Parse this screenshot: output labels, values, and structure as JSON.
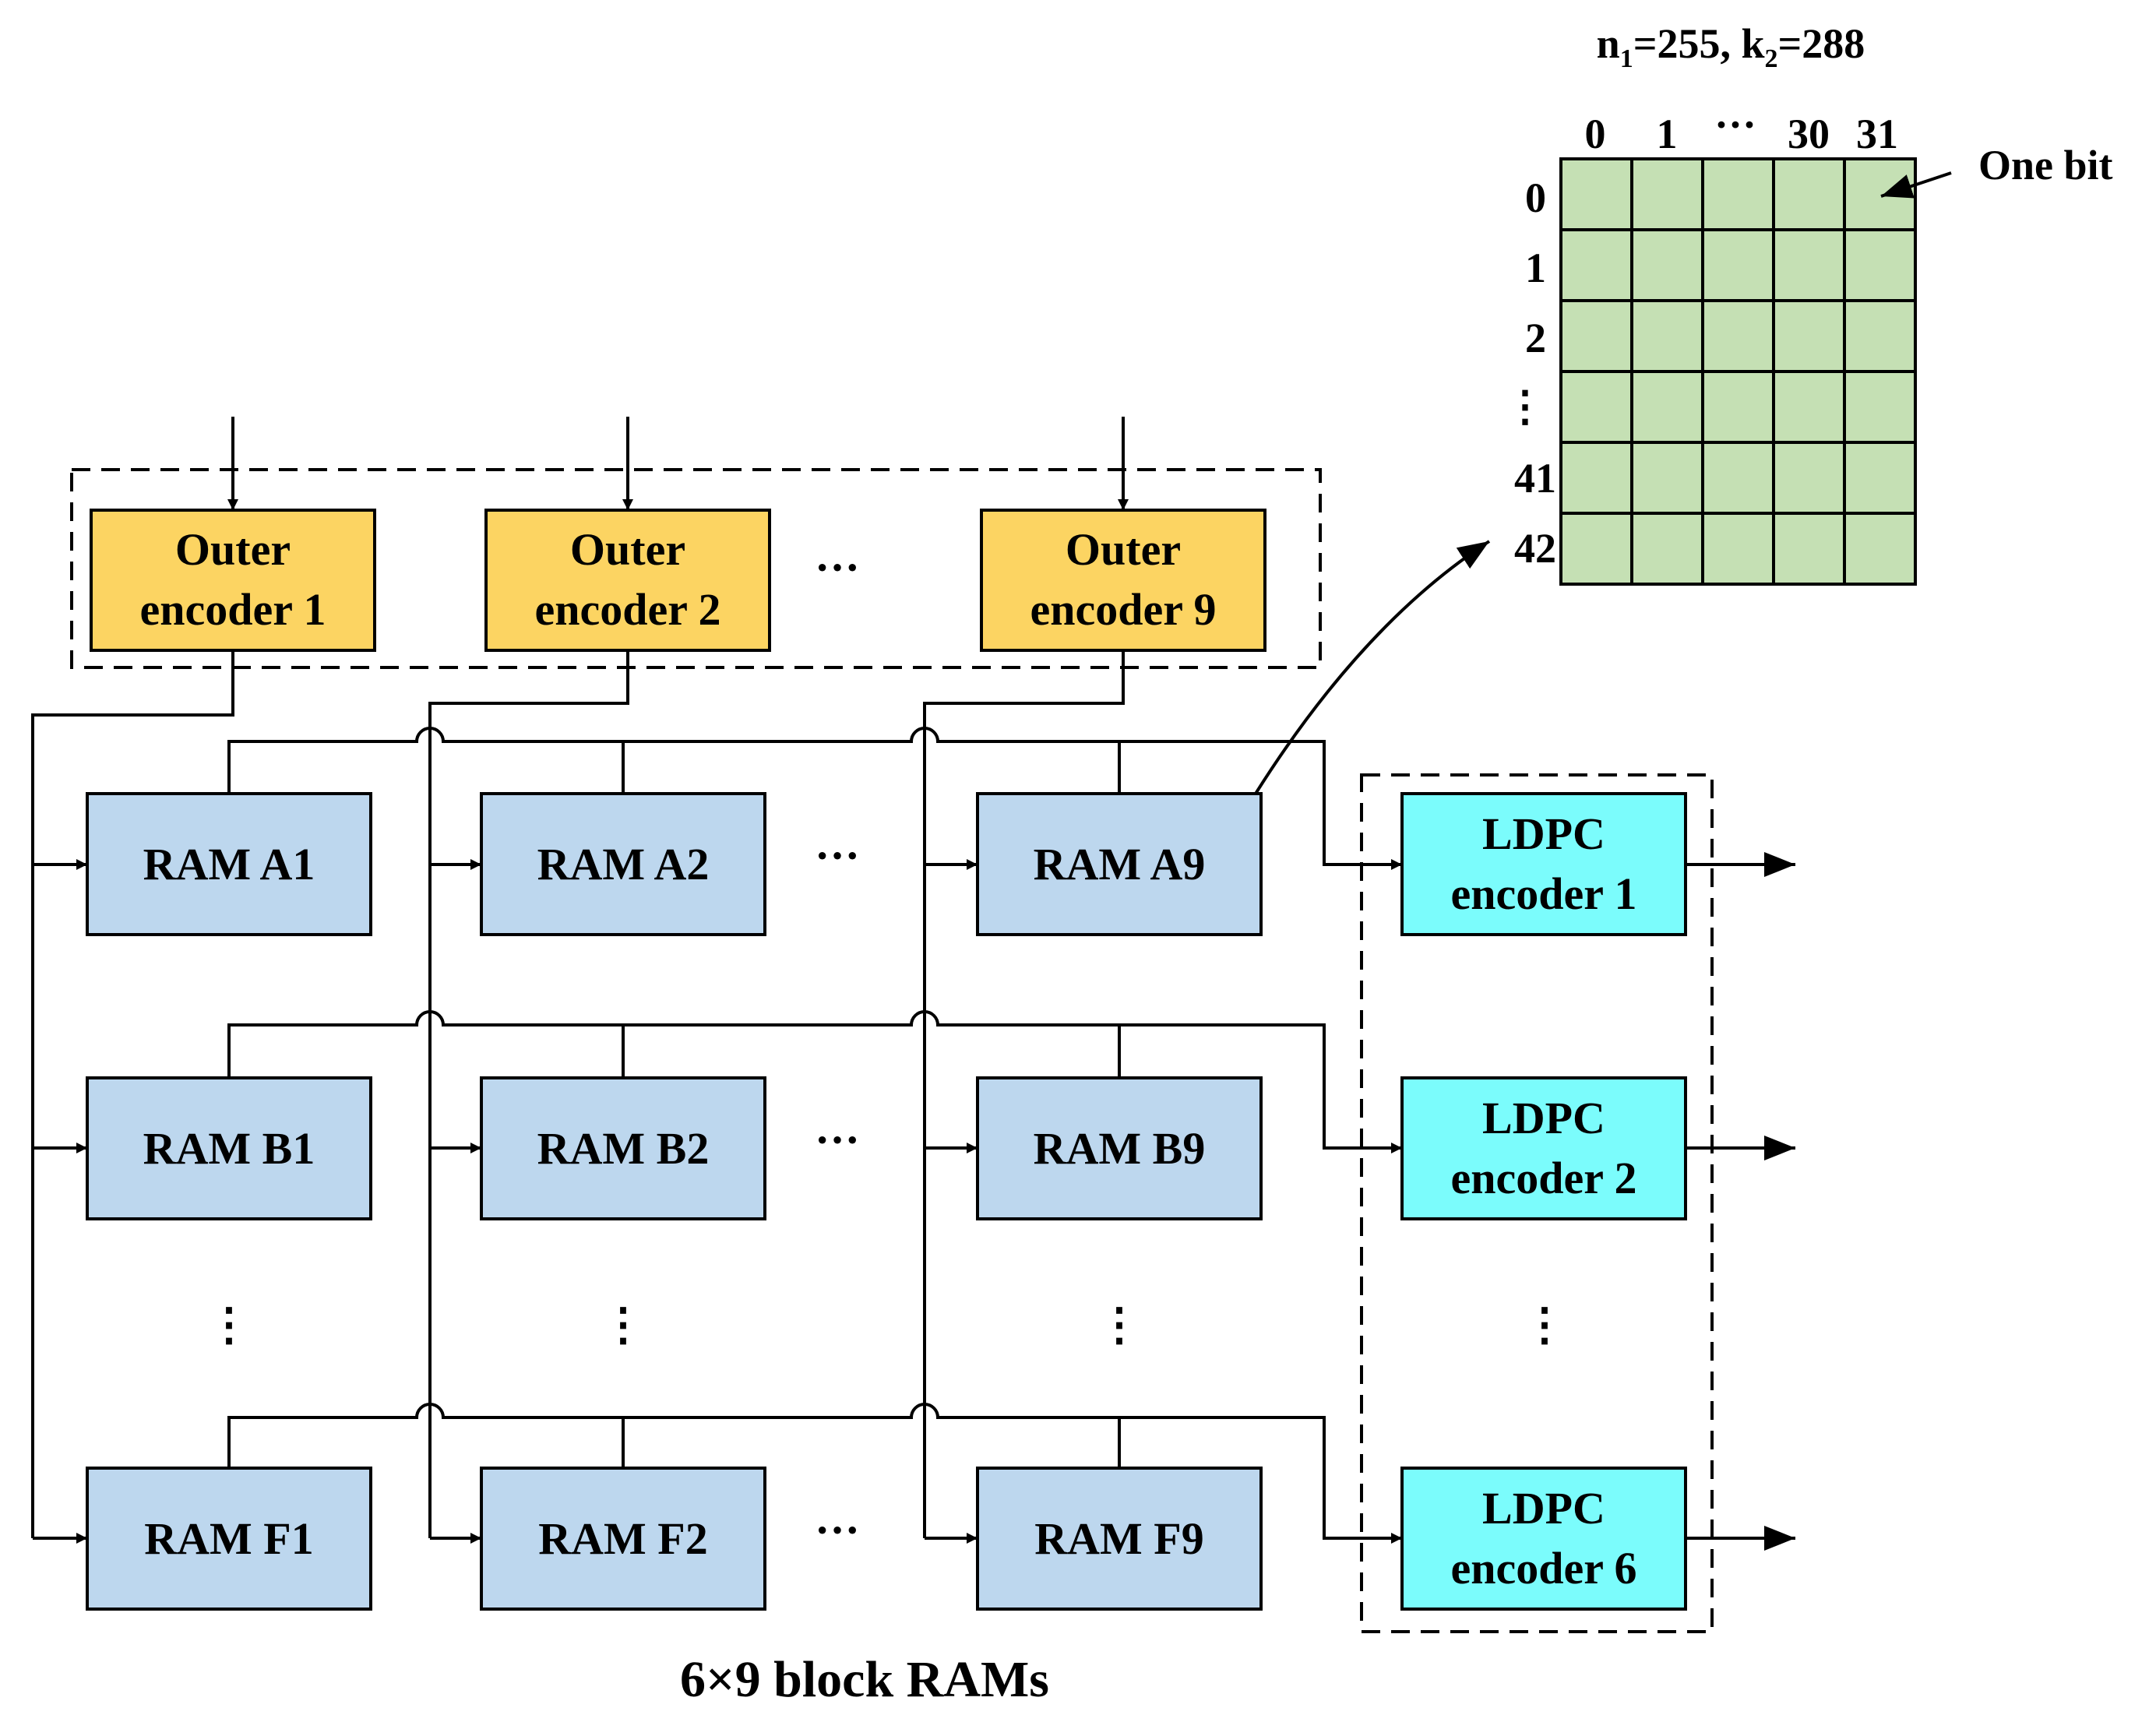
{
  "outer_encoders": [
    {
      "line1": "Outer",
      "line2": "encoder 1"
    },
    {
      "line1": "Outer",
      "line2": "encoder 2"
    },
    {
      "line1": "Outer",
      "line2": "encoder 9"
    }
  ],
  "rams": [
    [
      "RAM A1",
      "RAM A2",
      "RAM A9"
    ],
    [
      "RAM B1",
      "RAM B2",
      "RAM B9"
    ],
    [
      "RAM F1",
      "RAM F2",
      "RAM F9"
    ]
  ],
  "ldpc_encoders": [
    {
      "line1": "LDPC",
      "line2": "encoder 1"
    },
    {
      "line1": "LDPC",
      "line2": "encoder 2"
    },
    {
      "line1": "LDPC",
      "line2": "encoder 6"
    }
  ],
  "ellipsis_h": "···",
  "ellipsis_v": "⋮",
  "caption": "6×9 block RAMs",
  "detail": {
    "title_n": "n",
    "title_n_sub": "1",
    "title_mid": "=255, k",
    "title_k_sub": "2",
    "title_end": "=288",
    "col_labels": [
      "0",
      "1",
      "···",
      "30",
      "31"
    ],
    "row_labels": [
      "0",
      "1",
      "2",
      "⋮",
      "41",
      "42"
    ],
    "one_bit_label": "One bit"
  },
  "colors": {
    "outer": "#FCD462",
    "ram": "#BDD7EE",
    "ldpc": "#7BFCFC",
    "grid": "#C5E0B4",
    "line": "#000000"
  }
}
